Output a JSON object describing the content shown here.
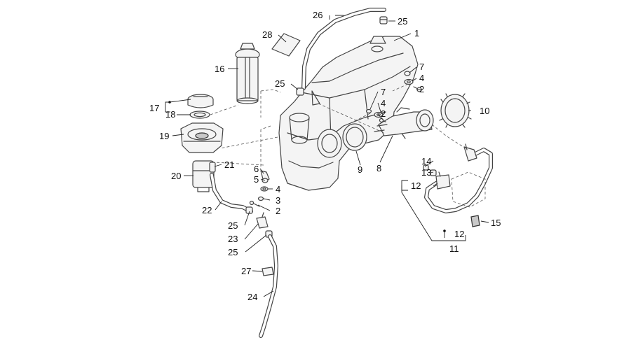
{
  "callouts": {
    "c1": "1",
    "c2a": "2",
    "c2b": "2",
    "c2c": "2",
    "c3": "3",
    "c4a": "4",
    "c4b": "4",
    "c4c": "4",
    "c5": "5",
    "c6": "6",
    "c7a": "7",
    "c7b": "7",
    "c8": "8",
    "c9": "9",
    "c10": "10",
    "c11": "11",
    "c12a": "12",
    "c12b": "12",
    "c13": "13",
    "c14": "14",
    "c15": "15",
    "c16": "16",
    "c17": "17",
    "c18": "18",
    "c19": "19",
    "c20": "20",
    "c21": "21",
    "c22": "22",
    "c23": "23",
    "c24": "24",
    "c25a": "25",
    "c25b": "25",
    "c25c": "25",
    "c25d": "25",
    "c26": "26",
    "c27": "27",
    "c28": "28"
  }
}
